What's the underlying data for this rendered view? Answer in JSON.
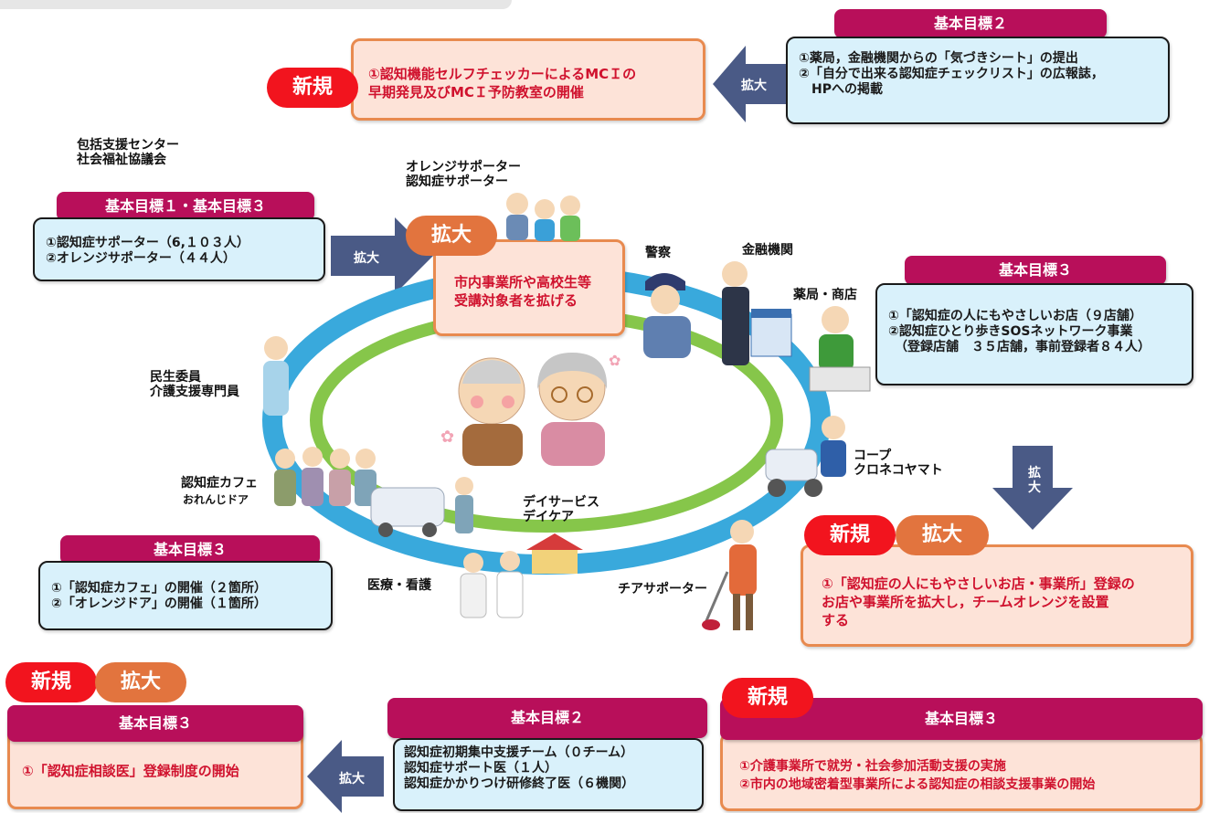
{
  "badges": {
    "new": "新規",
    "expand": "拡大"
  },
  "arrow_label": "拡大",
  "top_goal2": {
    "header": "基本目標２",
    "lines": "①薬局，金融機関からの「気づきシート」の提出\n②「自分で出来る認知症チェックリスト」の広報誌，\n　HPへの掲載"
  },
  "top_new": {
    "text": "①認知機能セルフチェッカーによるMCＩの\n早期発見及びMCＩ予防教室の開催"
  },
  "center_label": "包括支援センター\n社会福祉協議会",
  "goal13": {
    "header": "基本目標１・基本目標３",
    "lines": "①認知症サポーター（6,１０３人）\n②オレンジサポーター（４４人）"
  },
  "center_expand": {
    "text": "市内事業所や高校生等\n受講対象者を拡げる"
  },
  "ring": {
    "orange_supporter": "オレンジサポーター\n認知症サポーター",
    "police": "警察",
    "bank": "金融機関",
    "pharmacy": "薬局・商店",
    "minsei": "民生委員\n介護支援専門員",
    "cafe": "認知症カフェ",
    "cafe_sub": "おれんじドア",
    "coop": "コープ\nクロネコヤマト",
    "dayservice": "デイサービス\nデイケア",
    "medical": "医療・看護",
    "cheer": "チアサポーター"
  },
  "right_goal3": {
    "header": "基本目標３",
    "lines": "①「認知症の人にもやさしいお店（９店舗）\n②認知症ひとり歩きSOSネットワーク事業\n　（登録店舗　３５店舗，事前登録者８４人）"
  },
  "right_new": {
    "text": "①「認知症の人にもやさしいお店・事業所」登録の\nお店や事業所を拡大し，チームオレンジを設置\nする"
  },
  "left_goal3": {
    "header": "基本目標３",
    "lines": "①「認知症カフェ」の開催（２箇所）\n②「オレンジドア」の開催（１箇所）"
  },
  "bottom_left": {
    "header": "基本目標３",
    "text": "①「認知症相談医」登録制度の開始"
  },
  "bottom_mid": {
    "header": "基本目標２",
    "lines": "認知症初期集中支援チーム（０チーム）\n認知症サポート医（１人）\n認知症かかりつけ研修終了医（６機関）"
  },
  "bottom_right": {
    "header": "基本目標３",
    "text": "①介護事業所で就労・社会参加活動支援の実施\n②市内の地域密着型事業所による認知症の相談支援事業の開始"
  },
  "colors": {
    "goal_header": "#b80f5a",
    "goal_body": "#d9f1fb",
    "new_badge": "#f2141e",
    "expand_badge": "#e2743e",
    "new_body": "#fde3d8",
    "arrow": "#4a5a86",
    "ring_outer": "#39a9dc",
    "ring_inner": "#86c64a"
  }
}
